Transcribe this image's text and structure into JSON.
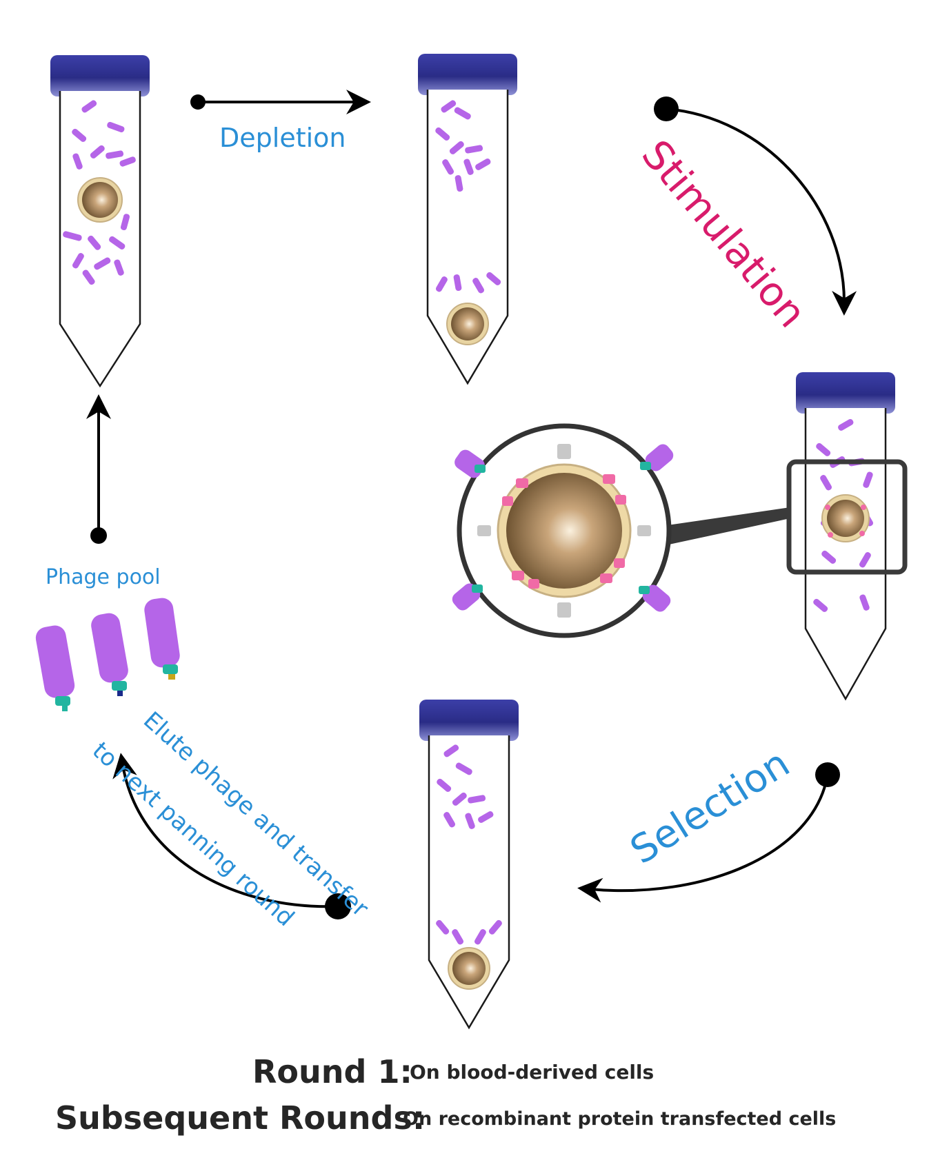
{
  "labels": {
    "depletion": "Depletion",
    "stimulation": "Stimulation",
    "selection": "Selection",
    "phage_pool": "Phage pool",
    "elute_line1": "Elute phage and transfer",
    "elute_line2": "to next panning round"
  },
  "footer": {
    "round1_title": "Round 1:",
    "round1_desc": "On blood-derived cells",
    "subsequent_title": "Subsequent Rounds:",
    "subsequent_desc": "On recombinant protein transfected cells"
  },
  "colors": {
    "cap": "#2e2f8f",
    "phage": "#b565e8",
    "phage_tip": "#22b5a0",
    "cell_core": "#8a6a3c",
    "cell_membrane": "#e8d4a2",
    "label_blue": "#2a8fd6",
    "label_pink": "#d81b6b",
    "receptor_pink": "#f06aa6"
  }
}
